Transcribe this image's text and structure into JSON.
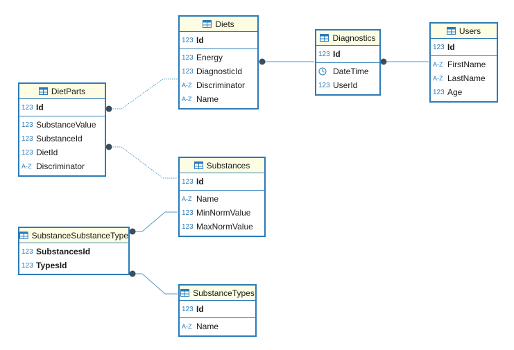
{
  "entities": {
    "diets": {
      "title": "Diets",
      "icon": "table-icon",
      "pk": [
        {
          "name": "Id",
          "type": "123"
        }
      ],
      "columns": [
        {
          "name": "Energy",
          "type": "123"
        },
        {
          "name": "DiagnosticId",
          "type": "123"
        },
        {
          "name": "Discriminator",
          "type": "A-Z"
        },
        {
          "name": "Name",
          "type": "A-Z"
        }
      ]
    },
    "diagnostics": {
      "title": "Diagnostics",
      "icon": "table-icon",
      "pk": [
        {
          "name": "Id",
          "type": "123"
        }
      ],
      "columns": [
        {
          "name": "DateTime",
          "type": "clock"
        },
        {
          "name": "UserId",
          "type": "123"
        }
      ]
    },
    "users": {
      "title": "Users",
      "icon": "table-icon",
      "pk": [
        {
          "name": "Id",
          "type": "123"
        }
      ],
      "columns": [
        {
          "name": "FirstName",
          "type": "A-Z"
        },
        {
          "name": "LastName",
          "type": "A-Z"
        },
        {
          "name": "Age",
          "type": "123"
        }
      ]
    },
    "dietparts": {
      "title": "DietParts",
      "icon": "table-icon",
      "pk": [
        {
          "name": "Id",
          "type": "123"
        }
      ],
      "columns": [
        {
          "name": "SubstanceValue",
          "type": "123"
        },
        {
          "name": "SubstanceId",
          "type": "123"
        },
        {
          "name": "DietId",
          "type": "123"
        },
        {
          "name": "Discriminator",
          "type": "A-Z"
        }
      ]
    },
    "substances": {
      "title": "Substances",
      "icon": "table-icon",
      "pk": [
        {
          "name": "Id",
          "type": "123"
        }
      ],
      "columns": [
        {
          "name": "Name",
          "type": "A-Z"
        },
        {
          "name": "MinNormValue",
          "type": "123"
        },
        {
          "name": "MaxNormValue",
          "type": "123"
        }
      ]
    },
    "substancesubstancetype": {
      "title": "SubstanceSubstanceType",
      "icon": "table-icon",
      "pk": [
        {
          "name": "SubstancesId",
          "type": "123"
        },
        {
          "name": "TypesId",
          "type": "123"
        }
      ],
      "columns": []
    },
    "substancetypes": {
      "title": "SubstanceTypes",
      "icon": "table-icon",
      "pk": [
        {
          "name": "Id",
          "type": "123"
        }
      ],
      "columns": [
        {
          "name": "Name",
          "type": "A-Z"
        }
      ]
    }
  },
  "relationships": [
    {
      "from": "dietparts",
      "to": "diets",
      "style": "dotted"
    },
    {
      "from": "diets",
      "to": "diagnostics",
      "style": "solid"
    },
    {
      "from": "diagnostics",
      "to": "users",
      "style": "solid"
    },
    {
      "from": "dietparts",
      "to": "substances",
      "style": "dotted"
    },
    {
      "from": "substancesubstancetype",
      "to": "substances",
      "style": "solid"
    },
    {
      "from": "substancesubstancetype",
      "to": "substancetypes",
      "style": "solid"
    }
  ],
  "colors": {
    "border": "#2b7bb9",
    "header": "#fdfde3",
    "link": "#4f9bc6",
    "dot": "#3a4e5e"
  }
}
